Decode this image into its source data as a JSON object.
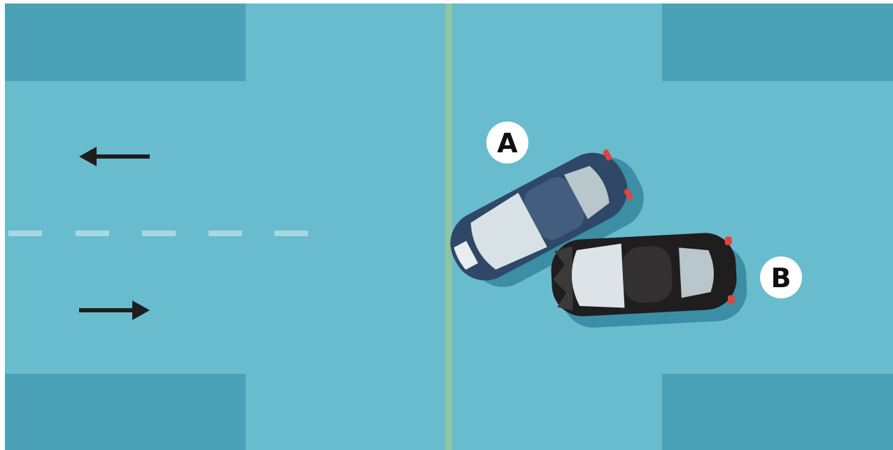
{
  "colors": {
    "frame": "#ffffff",
    "road": "#69bccd",
    "block": "#4ba2b7",
    "center_line": "#8fc4a4",
    "lane_dash": "#a8d9e2",
    "arrow": "#1e1e1e",
    "car_a_body": "#2f4868",
    "car_b_body": "#1f1d1e",
    "glass": "#b9c6cc",
    "shadow": "#3c8ea4",
    "label_bg": "#ffffff",
    "label_text": "#111111",
    "taillight": "#e0443e"
  },
  "directions": [
    {
      "name": "upper-lane",
      "points": "left"
    },
    {
      "name": "lower-lane",
      "points": "right"
    }
  ],
  "vehicles": [
    {
      "id": "car-a",
      "label": "A",
      "color": "car_a_body"
    },
    {
      "id": "car-b",
      "label": "B",
      "color": "car_b_body"
    }
  ]
}
